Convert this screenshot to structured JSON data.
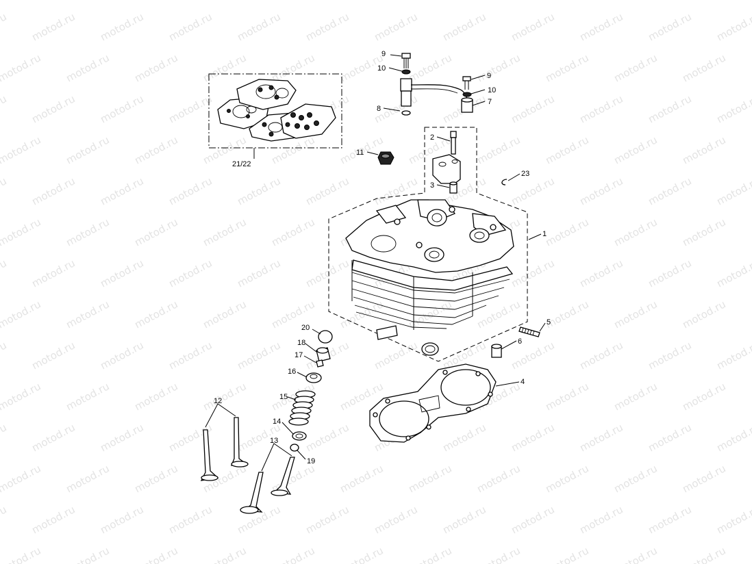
{
  "watermark": {
    "text": "motod.ru"
  },
  "callouts": [
    {
      "id": "c1",
      "text": "1"
    },
    {
      "id": "c2",
      "text": "2"
    },
    {
      "id": "c3",
      "text": "3"
    },
    {
      "id": "c4",
      "text": "4"
    },
    {
      "id": "c5",
      "text": "5"
    },
    {
      "id": "c6",
      "text": "6"
    },
    {
      "id": "c7",
      "text": "7"
    },
    {
      "id": "c8",
      "text": "8"
    },
    {
      "id": "c9a",
      "text": "9"
    },
    {
      "id": "c9b",
      "text": "9"
    },
    {
      "id": "c10a",
      "text": "10"
    },
    {
      "id": "c10b",
      "text": "10"
    },
    {
      "id": "c11",
      "text": "11"
    },
    {
      "id": "c12",
      "text": "12"
    },
    {
      "id": "c13",
      "text": "13"
    },
    {
      "id": "c14",
      "text": "14"
    },
    {
      "id": "c15",
      "text": "15"
    },
    {
      "id": "c16",
      "text": "16"
    },
    {
      "id": "c17",
      "text": "17"
    },
    {
      "id": "c18",
      "text": "18"
    },
    {
      "id": "c19",
      "text": "19"
    },
    {
      "id": "c20",
      "text": "20"
    },
    {
      "id": "c21",
      "text": "21/22"
    },
    {
      "id": "c23",
      "text": "23"
    }
  ]
}
